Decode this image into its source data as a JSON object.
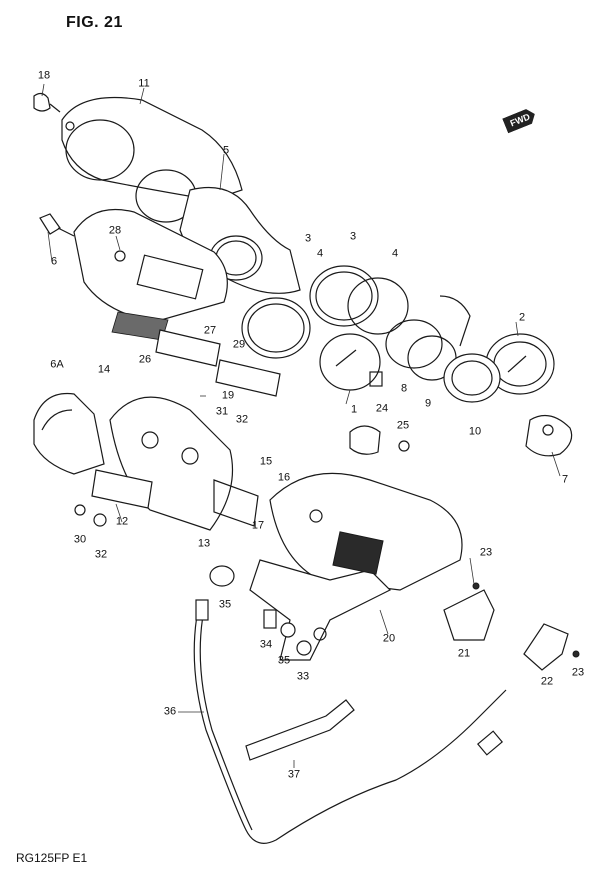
{
  "figure": {
    "title": "FIG. 21",
    "model_code": "RG125FP E1",
    "fwd_badge": "FWD"
  },
  "callouts": [
    {
      "id": "18",
      "text": "18"
    },
    {
      "id": "11",
      "text": "11"
    },
    {
      "id": "5",
      "text": "5"
    },
    {
      "id": "6",
      "text": "6"
    },
    {
      "id": "28",
      "text": "28"
    },
    {
      "id": "3a",
      "text": "3"
    },
    {
      "id": "3b",
      "text": "3"
    },
    {
      "id": "4a",
      "text": "4"
    },
    {
      "id": "4b",
      "text": "4"
    },
    {
      "id": "2",
      "text": "2"
    },
    {
      "id": "27",
      "text": "27"
    },
    {
      "id": "29",
      "text": "29"
    },
    {
      "id": "26",
      "text": "26"
    },
    {
      "id": "6A",
      "text": "6A"
    },
    {
      "id": "14",
      "text": "14"
    },
    {
      "id": "19",
      "text": "19"
    },
    {
      "id": "1",
      "text": "1"
    },
    {
      "id": "8",
      "text": "8"
    },
    {
      "id": "9",
      "text": "9"
    },
    {
      "id": "10",
      "text": "10"
    },
    {
      "id": "31",
      "text": "31"
    },
    {
      "id": "32a",
      "text": "32"
    },
    {
      "id": "24",
      "text": "24"
    },
    {
      "id": "25",
      "text": "25"
    },
    {
      "id": "15",
      "text": "15"
    },
    {
      "id": "16",
      "text": "16"
    },
    {
      "id": "7",
      "text": "7"
    },
    {
      "id": "12",
      "text": "12"
    },
    {
      "id": "17",
      "text": "17"
    },
    {
      "id": "30",
      "text": "30"
    },
    {
      "id": "32b",
      "text": "32"
    },
    {
      "id": "13",
      "text": "13"
    },
    {
      "id": "23a",
      "text": "23"
    },
    {
      "id": "35a",
      "text": "35"
    },
    {
      "id": "20",
      "text": "20"
    },
    {
      "id": "21",
      "text": "21"
    },
    {
      "id": "34",
      "text": "34"
    },
    {
      "id": "35b",
      "text": "35"
    },
    {
      "id": "33",
      "text": "33"
    },
    {
      "id": "22",
      "text": "22"
    },
    {
      "id": "23b",
      "text": "23"
    },
    {
      "id": "36",
      "text": "36"
    },
    {
      "id": "37",
      "text": "37"
    }
  ]
}
